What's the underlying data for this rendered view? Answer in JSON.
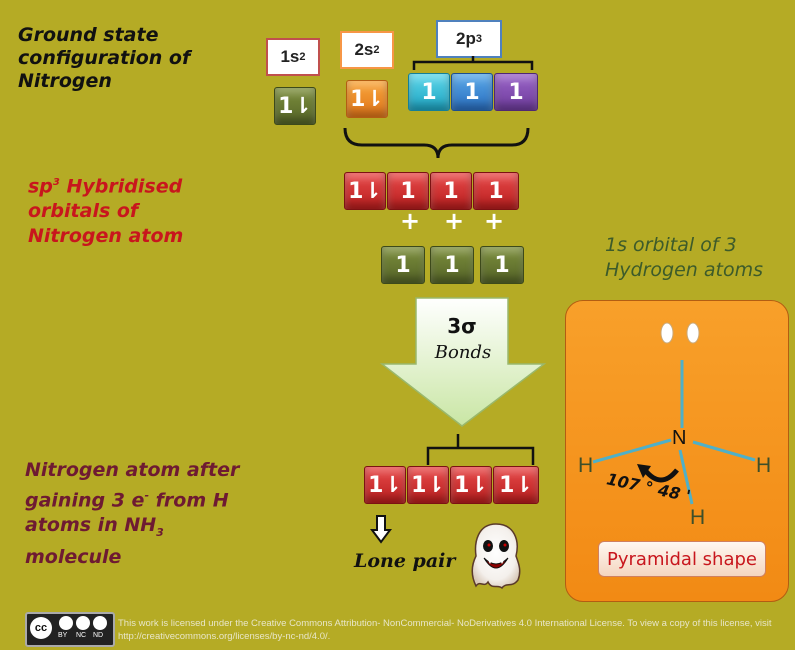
{
  "ground_state_title": "Ground state configuration of Nitrogen",
  "orbital_labels": {
    "s1": "1s",
    "s1_sup": "2",
    "s2": "2s",
    "s2_sup": "2",
    "p2": "2p",
    "p2_sup": "3"
  },
  "ground_boxes": {
    "box_1s": "1⇂",
    "box_2s": "1⇂",
    "box_2p": [
      "1",
      "1",
      "1"
    ]
  },
  "hybrid_title_sp": "sp",
  "hybrid_title_sup": "3",
  "hybrid_title_rest": "Hybridised orbitals of Nitrogen atom",
  "hybrid_boxes": [
    "1⇂",
    "1",
    "1",
    "1"
  ],
  "hydrogen_boxes": [
    "1",
    "1",
    "1"
  ],
  "plus_signs": [
    "+",
    "+",
    "+"
  ],
  "hydrogen_label": "1s orbital of 3 Hydrogen atoms",
  "arrow_number": "3σ",
  "arrow_text": "Bonds",
  "after_label_line1": "Nitrogen atom after",
  "after_label_line2a": "gaining 3 e",
  "after_label_sup": "-",
  "after_label_line2b": " from H",
  "after_label_line3": "atoms in NH",
  "after_label_sub": "3",
  "after_label_line4": "molecule",
  "final_boxes": [
    "1⇂",
    "1⇂",
    "1⇂",
    "1⇂"
  ],
  "lone_pair_label": "Lone pair",
  "molecule": {
    "n": "N",
    "h_left": "H",
    "h_right": "H",
    "h_bottom": "H",
    "angle": "107 ° 48 '"
  },
  "shape_label": "Pyramidal shape",
  "license_text": "This work is licensed under the Creative Commons Attribution- NonCommercial- NoDerivatives 4.0 International License. To view a copy of this license, visit http://creativecommons.org/licenses/by-nc-nd/4.0/.",
  "cc_badge": {
    "cc": "cc",
    "by": "BY",
    "nc": "NC",
    "nd": "ND"
  },
  "colors": {
    "background": "#b5ab25",
    "panel": "#f7931e",
    "dark_red": "#6e1a32",
    "bright_red": "#c8161d",
    "green_text": "#3d5b2a"
  }
}
